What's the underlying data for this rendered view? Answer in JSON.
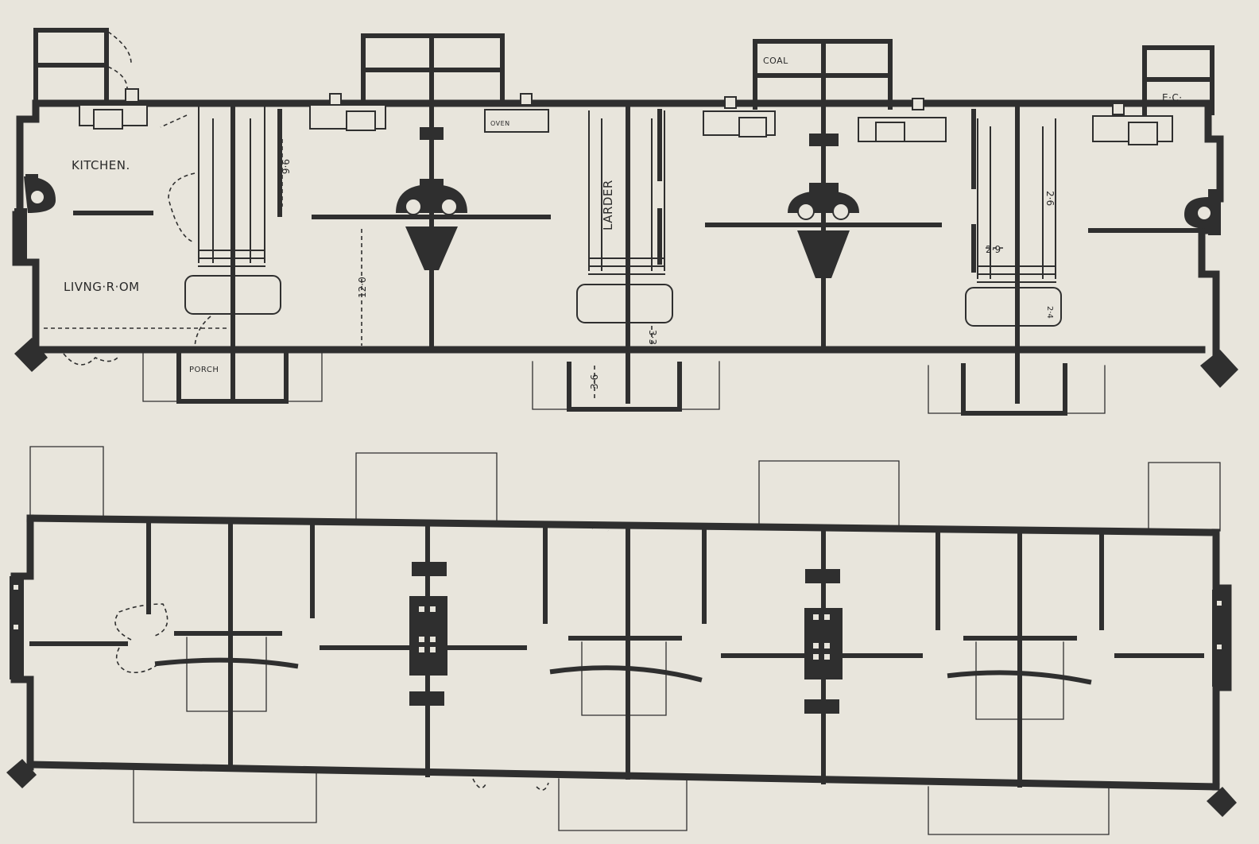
{
  "ground_floor": {
    "labels": {
      "kitchen": "KITCHEN.",
      "living_room": "LIVNG·R·OM",
      "porch": "PORCH",
      "larder": "LARDER",
      "coal": "COAL",
      "ec": "E·C·",
      "oven": "OVEN"
    },
    "dimensions": {
      "d_9_6": "9·6",
      "d_12_0": "12·0",
      "d_3_6": "3·6",
      "d_3_3": "3·3",
      "d_2_6": "2·6",
      "d_2_9": "2·9",
      "d_2_4": "2·4"
    }
  },
  "palette": {
    "paper": "#e8e5dc",
    "ink": "#2f2f2f"
  }
}
